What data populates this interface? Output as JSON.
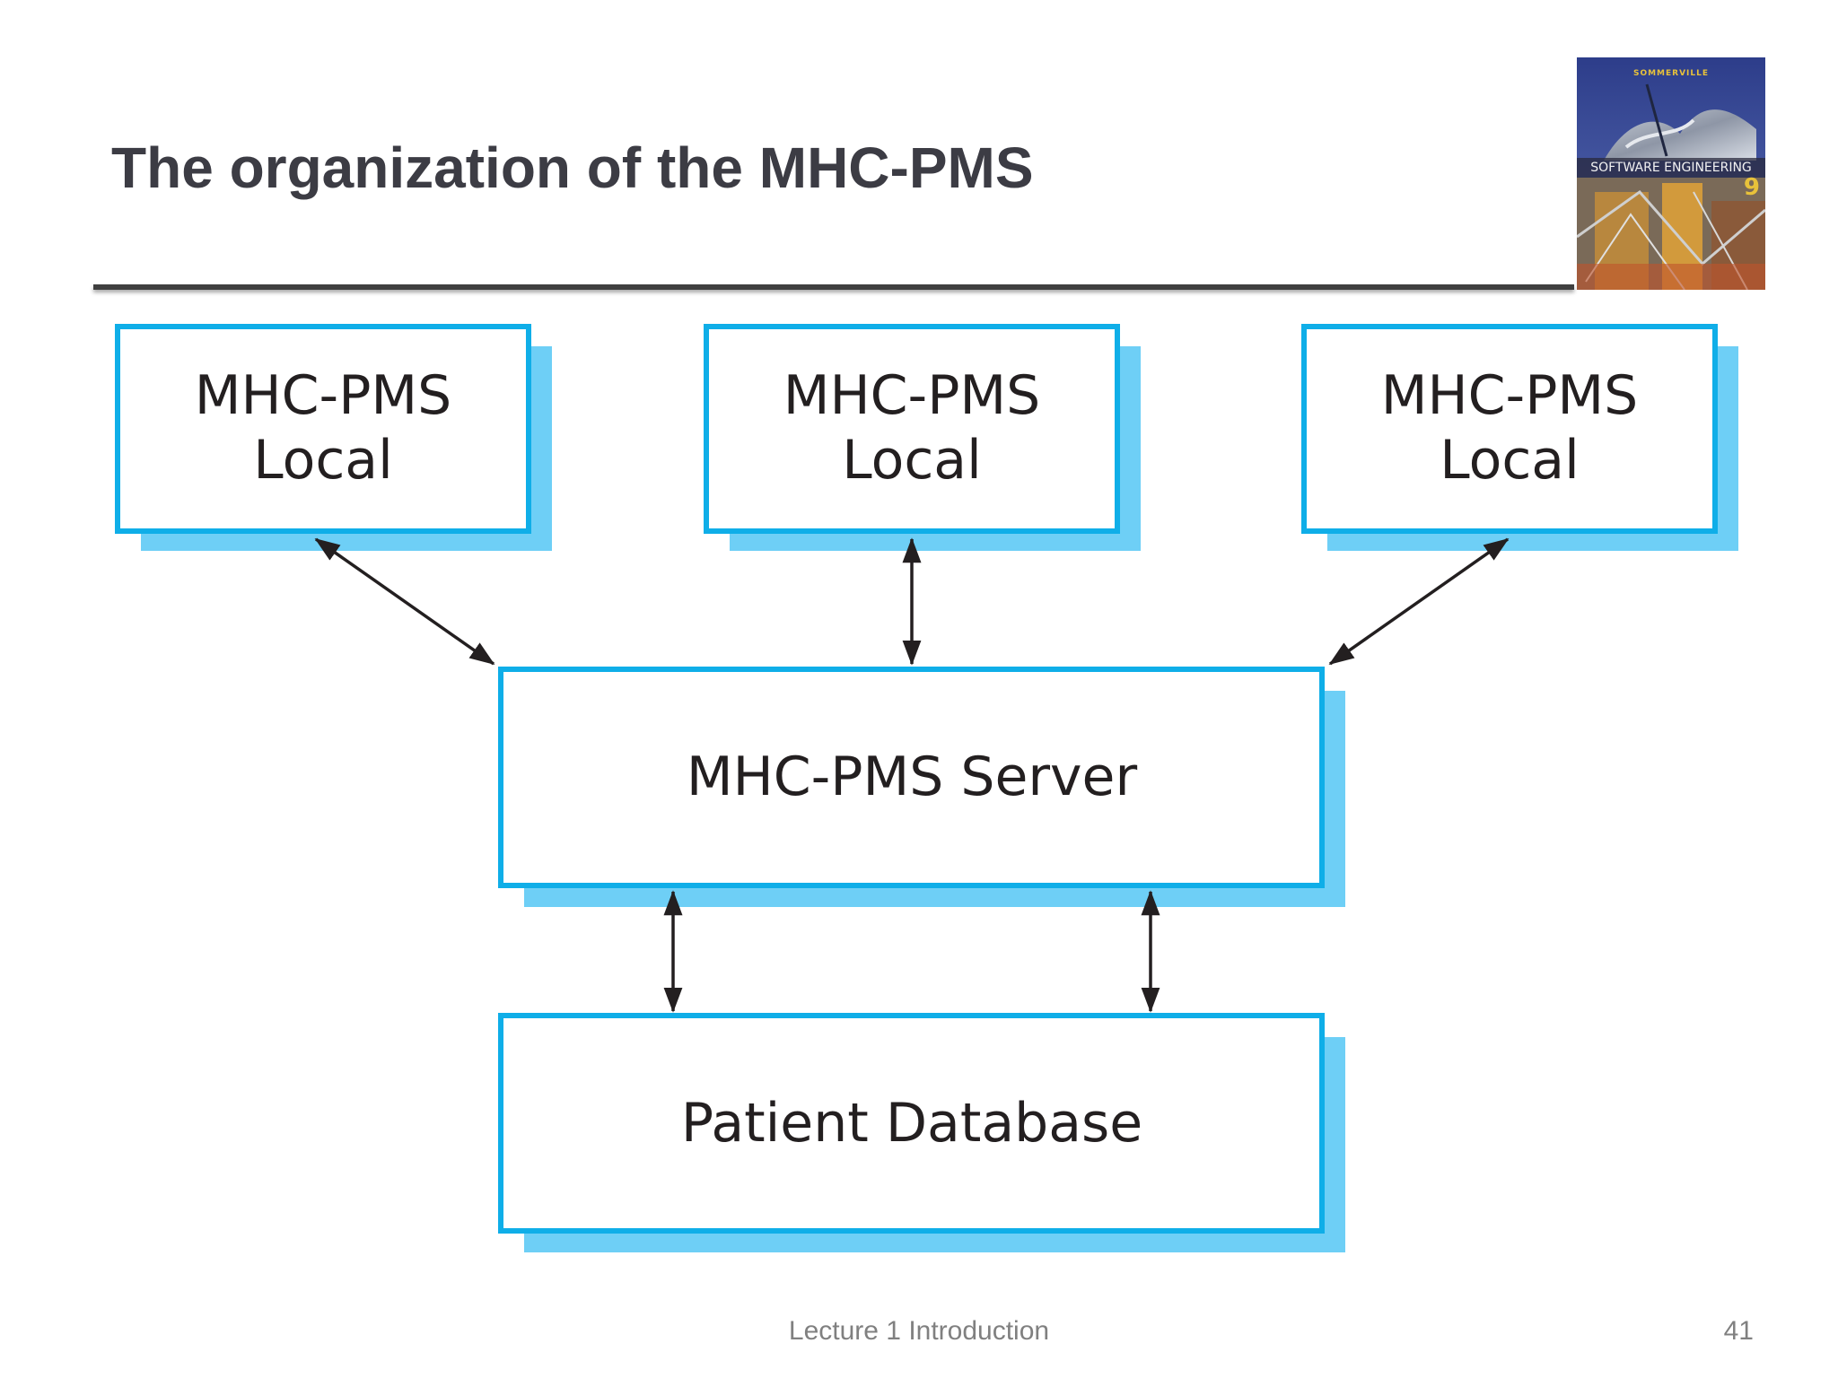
{
  "slide": {
    "title": "The organization of the MHC-PMS"
  },
  "book_cover": {
    "author": "SOMMERVILLE",
    "title": "SOFTWARE ENGINEERING",
    "edition": "9"
  },
  "diagram": {
    "nodes": {
      "local_1": {
        "line1": "MHC-PMS",
        "line2": "Local"
      },
      "local_2": {
        "line1": "MHC-PMS",
        "line2": "Local"
      },
      "local_3": {
        "line1": "MHC-PMS",
        "line2": "Local"
      },
      "server": {
        "label": "MHC-PMS Server"
      },
      "database": {
        "label": "Patient Database"
      }
    },
    "edges": [
      {
        "from": "local_1",
        "to": "server",
        "direction": "bidirectional"
      },
      {
        "from": "local_2",
        "to": "server",
        "direction": "bidirectional"
      },
      {
        "from": "local_3",
        "to": "server",
        "direction": "bidirectional"
      },
      {
        "from": "server",
        "to": "database",
        "direction": "bidirectional"
      },
      {
        "from": "server",
        "to": "database",
        "direction": "bidirectional"
      }
    ],
    "colors": {
      "box_border": "#0faee8",
      "box_shadow": "#6ecff6",
      "arrow": "#231f20"
    }
  },
  "footer": {
    "lecture": "Lecture 1  Introduction",
    "page_number": "41"
  }
}
